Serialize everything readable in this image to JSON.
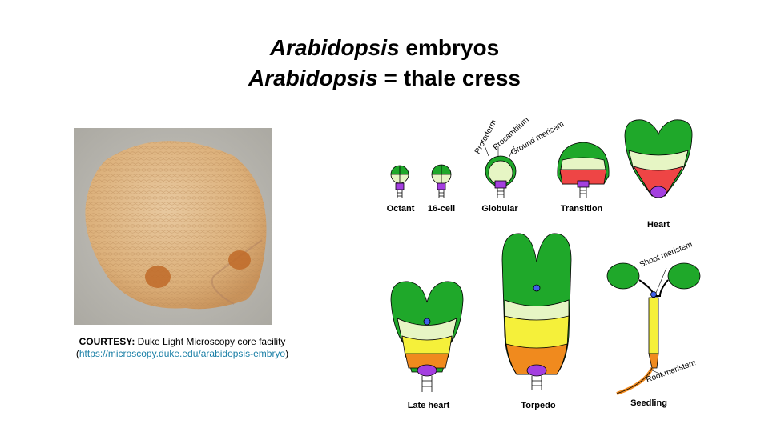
{
  "title": {
    "line1_italic": "Arabidopsis",
    "line1_rest": " embryos",
    "line2_italic": "Arabidopsis",
    "line2_rest": " = thale cress"
  },
  "photo": {
    "subject": "Arabidopsis embryo light micrograph"
  },
  "caption": {
    "label": "COURTESY:",
    "text": " Duke Light Microscopy core facility",
    "open_paren": "(",
    "link": "https://microscopy.duke.edu/arabidopsis-embryo",
    "close_paren": ")"
  },
  "diagram": {
    "stages": {
      "octant": "Octant",
      "sixteen": "16-cell",
      "globular": "Globular",
      "transition": "Transition",
      "heart": "Heart",
      "late_heart": "Late heart",
      "torpedo": "Torpedo",
      "seedling": "Seedling"
    },
    "tissues": {
      "protoderm": "Protoderm",
      "procambium": "Procambium",
      "ground": "Ground merisem"
    },
    "meristems": {
      "shoot": "Shoot meristem",
      "root": "Root meristem"
    },
    "colors": {
      "green": "#1fa82a",
      "light_green": "#e6f5c4",
      "red": "#ee4545",
      "yellow": "#f5f03a",
      "orange": "#f08a1e",
      "purple": "#a43fe0",
      "blue": "#4060e8"
    }
  }
}
